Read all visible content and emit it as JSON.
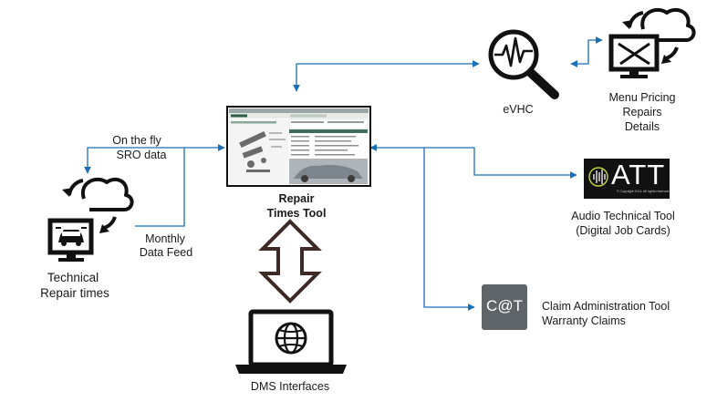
{
  "center_tool": {
    "line1": "Repair",
    "line2": "Times Tool"
  },
  "evhc": {
    "label": "eVHC"
  },
  "menu_pricing": {
    "line1": "Menu Pricing",
    "line2": "Repairs",
    "line3": "Details"
  },
  "att": {
    "logo_text": "ATT",
    "logo_small": "© Copyright 2014. All rights reserved.",
    "line1": "Audio Technical Tool",
    "line2": "(Digital Job Cards)"
  },
  "cat": {
    "logo_text": "C@T",
    "line1": "Claim Administration Tool",
    "line2": "Warranty Claims"
  },
  "dms": {
    "label": "DMS Interfaces"
  },
  "technical": {
    "line1": "Technical",
    "line2": "Repair times"
  },
  "on_the_fly": {
    "line1": "On the fly",
    "line2": "SRO data"
  },
  "monthly": {
    "line1": "Monthly",
    "line2": "Data Feed"
  },
  "colors": {
    "arrow": "#1a6fb5",
    "outline_arrow": "#3d2a24",
    "icon": "#111111"
  }
}
